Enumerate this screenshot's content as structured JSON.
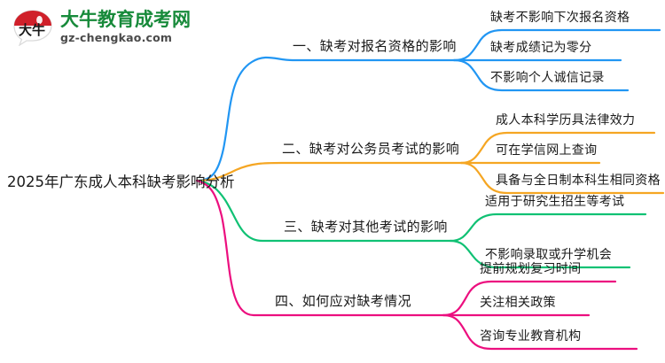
{
  "logo": {
    "mark_name": "speech-bubble-logo",
    "brand_cn": "大牛教育成考网",
    "brand_mark_text": "大牛",
    "brand_url": "gz-chengkao.com",
    "brand_color": "#178a3a",
    "mark_color": "#d0202a"
  },
  "mindmap": {
    "type": "mindmap",
    "root": {
      "label": "2025年广东成人本科缺考影响分析"
    },
    "branch_colors": {
      "blue": "#2196f3",
      "orange": "#f5a623",
      "green": "#10c174",
      "pink": "#ec0f7f"
    },
    "branches": [
      {
        "label": "一、缺考对报名资格的影响",
        "color": "#2196f3",
        "children": [
          {
            "label": "缺考不影响下次报名资格"
          },
          {
            "label": "缺考成绩记为零分"
          },
          {
            "label": "不影响个人诚信记录"
          }
        ]
      },
      {
        "label": "二、缺考对公务员考试的影响",
        "color": "#f5a623",
        "children": [
          {
            "label": "成人本科学历具法律效力"
          },
          {
            "label": "可在学信网上查询"
          },
          {
            "label": "具备与全日制本科生相同资格"
          }
        ]
      },
      {
        "label": "三、缺考对其他考试的影响",
        "color": "#10c174",
        "children": [
          {
            "label": "适用于研究生招生等考试"
          },
          {
            "label": "不影响录取或升学机会"
          }
        ]
      },
      {
        "label": "四、如何应对缺考情况",
        "color": "#ec0f7f",
        "children": [
          {
            "label": "提前规划复习时间"
          },
          {
            "label": "关注相关政策"
          },
          {
            "label": "咨询专业教育机构"
          }
        ]
      }
    ]
  }
}
